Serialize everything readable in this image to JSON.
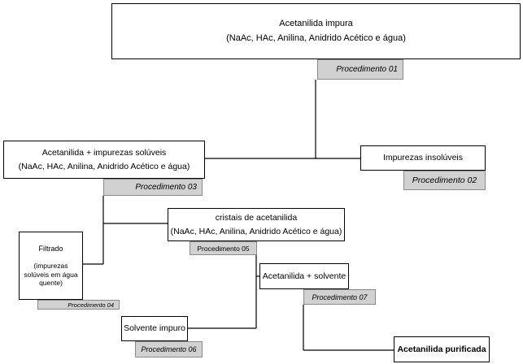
{
  "boxes": {
    "top": {
      "line1": "Acetanilida impura",
      "line2": "(NaAc, HAc, Anilina, Anidrido Acético e água)"
    },
    "left": {
      "line1": "Acetanilida + impurezas solúveis",
      "line2": "(NaAc, HAc, Anilina, Anidrido Acético e água)"
    },
    "insoluveis": {
      "label": "Impurezas insolúveis"
    },
    "cristais": {
      "line1": "cristais de acetanilida",
      "line2": "(NaAc, HAc, Anilina, Anidrido Acético e água)"
    },
    "filtrado": {
      "title": "Filtrado",
      "line1": "(impurezas",
      "line2": "solúveis em água",
      "line3": "quente)"
    },
    "solvente_mix": {
      "label": "Acetanilida + solvente"
    },
    "solvente_impuro": {
      "label": "Solvente impuro"
    },
    "purificada": {
      "label": "Acetanilida purificada"
    }
  },
  "procedures": {
    "p01": "Procedimento 01",
    "p02": "Procedimento 02",
    "p03": "Procedimento 03",
    "p04": "Procedimento 04",
    "p05": "Procedimento 05",
    "p06": "Procedimento 06",
    "p07": "Procedimento 07"
  },
  "colors": {
    "procedure_fill": "#d1d1d1",
    "line": "#000000"
  }
}
